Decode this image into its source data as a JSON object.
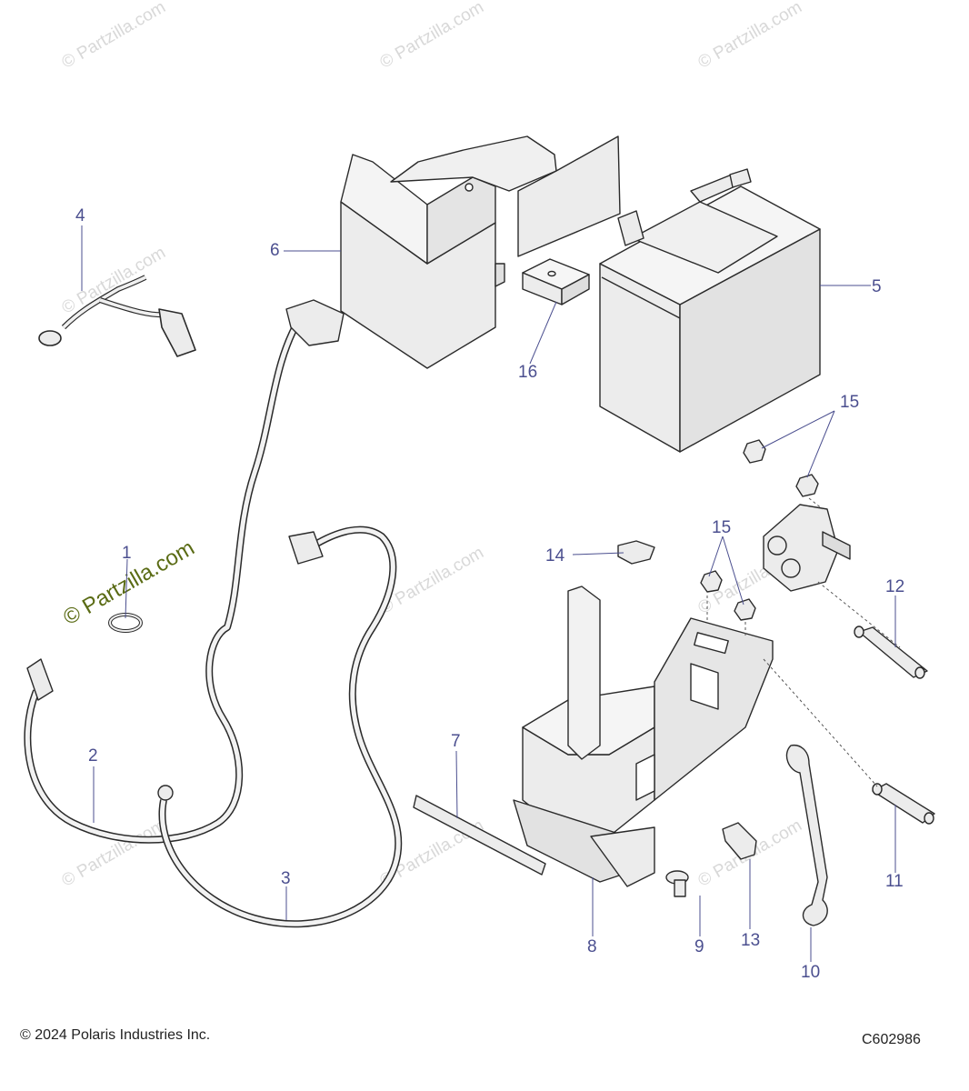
{
  "watermark": {
    "text": "© Partzilla.com",
    "highlight_text": "© Partzilla.com",
    "color": "#d8d8d8",
    "highlight_color": "#5a6b14"
  },
  "colors": {
    "callout": "#4b4f8f",
    "part_fill": "#ececec",
    "part_stroke": "#2a2a2a"
  },
  "callouts": {
    "c1": "1",
    "c2": "2",
    "c3": "3",
    "c4": "4",
    "c5": "5",
    "c6": "6",
    "c7": "7",
    "c8": "8",
    "c9": "9",
    "c10": "10",
    "c11": "11",
    "c12": "12",
    "c13": "13",
    "c14": "14",
    "c15a": "15",
    "c15b": "15",
    "c16": "16"
  },
  "footer": {
    "copyright": "© 2024 Polaris Industries Inc.",
    "code": "C602986"
  }
}
